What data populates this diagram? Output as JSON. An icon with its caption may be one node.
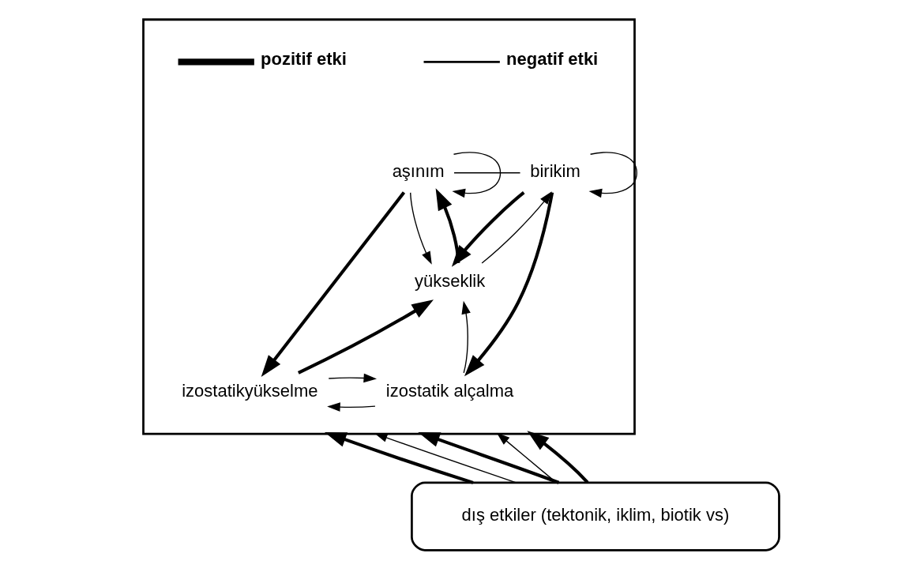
{
  "diagram": {
    "nodes": [
      {
        "text": [],
        "shape": "box"
      },
      {
        "text": [
          "aşınım"
        ],
        "in": 0
      },
      {
        "text": [
          "birikim"
        ],
        "in": 0
      },
      {
        "text": [
          "yükseklik"
        ],
        "in": 0
      },
      {
        "text": [
          "izostatikyükselme"
        ],
        "in": 0
      },
      {
        "text": [
          "izostatik alçalma"
        ],
        "in": 0
      },
      {
        "text": [
          "dış etkiler (tektonik, iklim, biotik vs)"
        ]
      }
    ],
    "edges": [
      {
        "from": 1,
        "to": 1,
        "arrow": "to"
      },
      {
        "from": 2,
        "to": 2,
        "arrow": "to"
      },
      {
        "from": 1,
        "to": 3,
        "arrow": "to"
      },
      {
        "from": 3,
        "to": 1,
        "arrow": "to",
        "style": "thick"
      },
      {
        "from": 3,
        "to": 2,
        "arrow": "to"
      },
      {
        "from": 2,
        "to": 3,
        "arrow": "to",
        "style": "thick"
      },
      {
        "from": 1,
        "to": 4,
        "arrow": "to",
        "style": "thick"
      },
      {
        "from": 2,
        "to": 5,
        "arrow": "to",
        "style": "thick"
      },
      {
        "from": 4,
        "to": 3,
        "arrow": "to",
        "style": "thick"
      },
      {
        "from": 5,
        "to": 3,
        "arrow": "to"
      },
      {
        "from": 5,
        "to": 4,
        "arrow": "to"
      },
      {
        "from": 4,
        "to": 5,
        "arrow": "to"
      },
      {
        "from": 1,
        "to": 2,
        "arrow": "none"
      },
      {
        "from": 6,
        "to": 0,
        "arrow": "to",
        "style": "thick"
      },
      {
        "from": 6,
        "to": 0,
        "arrow": "to"
      },
      {
        "from": 6,
        "to": 0,
        "arrow": "to",
        "style": "thick"
      },
      {
        "from": 6,
        "to": 0,
        "arrow": "to"
      },
      {
        "from": 6,
        "to": 0,
        "arrow": "to",
        "style": "thick"
      }
    ],
    "legend": [
      {
        "text": "pozitif etki"
      },
      {
        "text": "negatif etki"
      }
    ]
  }
}
